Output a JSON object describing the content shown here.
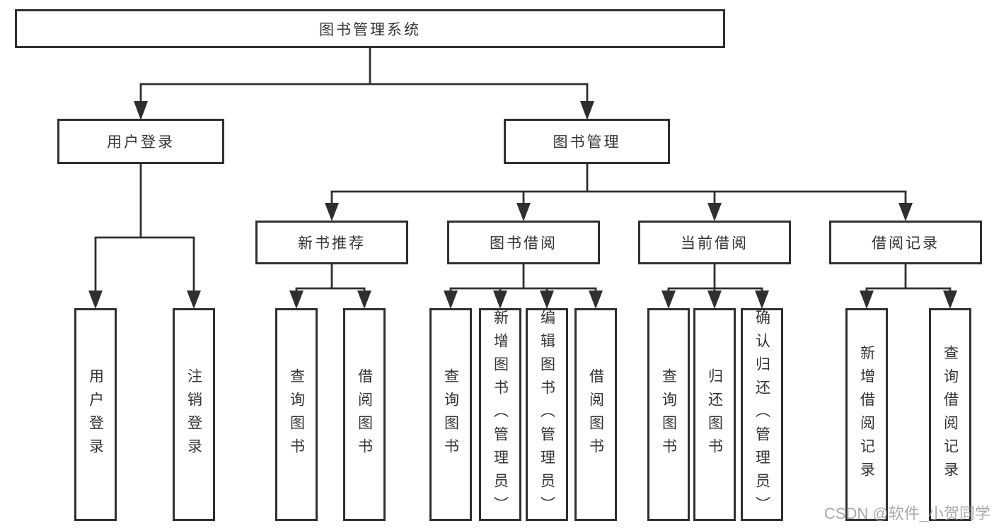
{
  "colors": {
    "line": "#2f2f2f",
    "text": "#333333",
    "background": "#ffffff",
    "watermark": "#9b9b9b"
  },
  "tree": {
    "label": "图书管理系统",
    "children": [
      {
        "label": "用户登录",
        "children": [
          {
            "label": "用户登录"
          },
          {
            "label": "注销登录"
          }
        ]
      },
      {
        "label": "图书管理",
        "children": [
          {
            "label": "新书推荐",
            "children": [
              {
                "label": "查询图书"
              },
              {
                "label": "借阅图书"
              }
            ]
          },
          {
            "label": "图书借阅",
            "children": [
              {
                "label": "查询图书"
              },
              {
                "label": "新增图书（管理员）"
              },
              {
                "label": "编辑图书（管理员）"
              },
              {
                "label": "借阅图书"
              }
            ]
          },
          {
            "label": "当前借阅",
            "children": [
              {
                "label": "查询图书"
              },
              {
                "label": "归还图书"
              },
              {
                "label": "确认归还（管理员）"
              }
            ]
          },
          {
            "label": "借阅记录",
            "children": [
              {
                "label": "新增借阅记录"
              },
              {
                "label": "查询借阅记录"
              }
            ]
          }
        ]
      }
    ]
  },
  "watermark": {
    "text": "CSDN @软件_小贺同学"
  }
}
